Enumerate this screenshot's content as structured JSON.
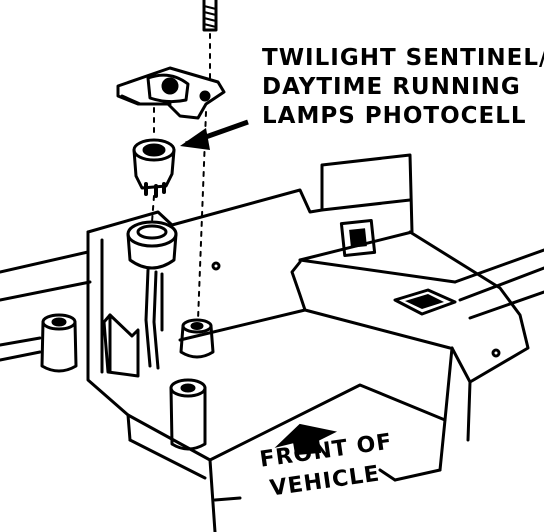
{
  "callout": {
    "line1": "TWILIGHT SENTINEL/",
    "line2": "DAYTIME RUNNING",
    "line3": "LAMPS PHOTOCELL"
  },
  "front_label": {
    "line1": "FRONT OF",
    "line2": "VEHICLE"
  },
  "colors": {
    "ink": "#000000",
    "paper": "#ffffff"
  }
}
